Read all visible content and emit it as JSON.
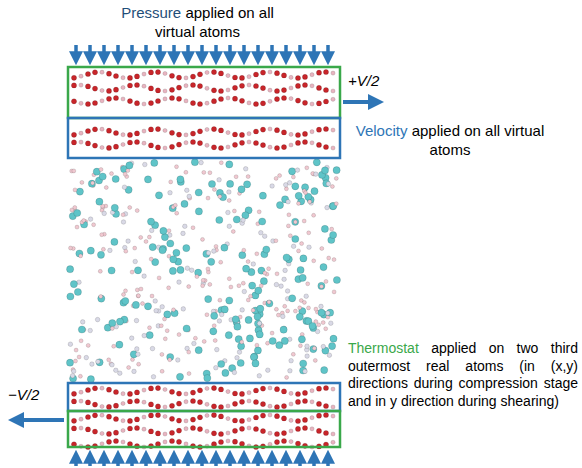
{
  "diagram": {
    "labels": [
      "Pressure",
      "applied on all virtual atoms",
      "+V/2",
      "Velocity",
      "applied on all virtual atoms",
      "−V/2",
      "Thermostat",
      "applied on two third outermost real atoms (in (x,y) directions during compression stage and in y direction during shearing)"
    ]
  }
}
